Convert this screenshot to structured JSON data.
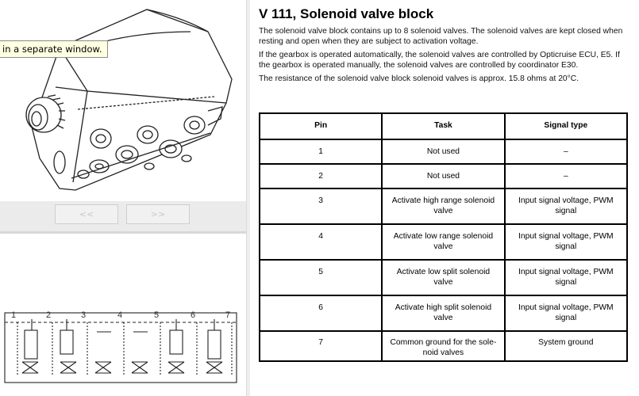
{
  "tooltip": {
    "text": "in a separate window."
  },
  "nav": {
    "prev_label": "<<",
    "next_label": ">>"
  },
  "diagram": {
    "pin_labels": [
      "1",
      "2",
      "3",
      "4",
      "5",
      "6",
      "7"
    ]
  },
  "article": {
    "title": "V 111, Solenoid valve block",
    "paragraphs": [
      "The solenoid valve block contains up to 8 solenoid valves. The solenoid valves are kept closed when resting and open when they are subject to activation voltage.",
      "If the gearbox is operated automatically, the solenoid valves are controlled by Opticruise ECU, E5. If the gearbox is operated manually, the solenoid valves are controlled by coordinator E30.",
      "The resistance of the solenoid valve block solenoid valves is approx. 15.8 ohms at 20°C."
    ]
  },
  "table": {
    "headers": [
      "Pin",
      "Task",
      "Signal type"
    ],
    "rows": [
      {
        "pin": "1",
        "task": "Not used",
        "signal": "–"
      },
      {
        "pin": "2",
        "task": "Not used",
        "signal": "–"
      },
      {
        "pin": "3",
        "task": "Activate high range solenoid valve",
        "signal": "Input signal voltage, PWM signal"
      },
      {
        "pin": "4",
        "task": "Activate low range solenoid valve",
        "signal": "Input signal voltage, PWM signal"
      },
      {
        "pin": "5",
        "task": "Activate low split solenoid valve",
        "signal": "Input signal voltage, PWM signal"
      },
      {
        "pin": "6",
        "task": "Activate high split solenoid valve",
        "signal": "Input signal voltage, PWM signal"
      },
      {
        "pin": "7",
        "task": "Common ground for the sole-noid valves",
        "signal": "System ground"
      }
    ]
  }
}
